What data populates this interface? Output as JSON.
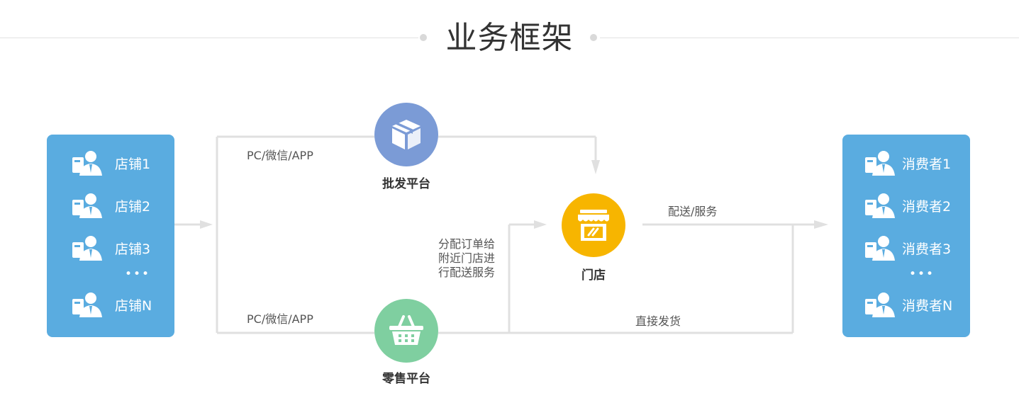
{
  "title": "业务框架",
  "colors": {
    "panel": "#5aace0",
    "wholesale": "#7b9bd6",
    "retail": "#7fcfa0",
    "store": "#f7b500",
    "line": "#e0e0e0"
  },
  "shops": {
    "items": [
      "店铺1",
      "店铺2",
      "店铺3",
      "店铺N"
    ],
    "ellipsis": "•••"
  },
  "consumers": {
    "items": [
      "消费者1",
      "消费者2",
      "消费者3",
      "消费者N"
    ],
    "ellipsis": "•••"
  },
  "nodes": {
    "wholesale": "批发平台",
    "retail": "零售平台",
    "store": "门店"
  },
  "edges": {
    "wholesale_channel": "PC/微信/APP",
    "retail_channel": "PC/微信/APP",
    "assign_line1": "分配订单给",
    "assign_line2": "附近门店进",
    "assign_line3": "行配送服务",
    "delivery": "配送/服务",
    "direct": "直接发货"
  },
  "icons": {
    "person": "person-card-icon",
    "wholesale": "package-box-icon",
    "retail": "shopping-basket-icon",
    "store": "storefront-icon"
  }
}
